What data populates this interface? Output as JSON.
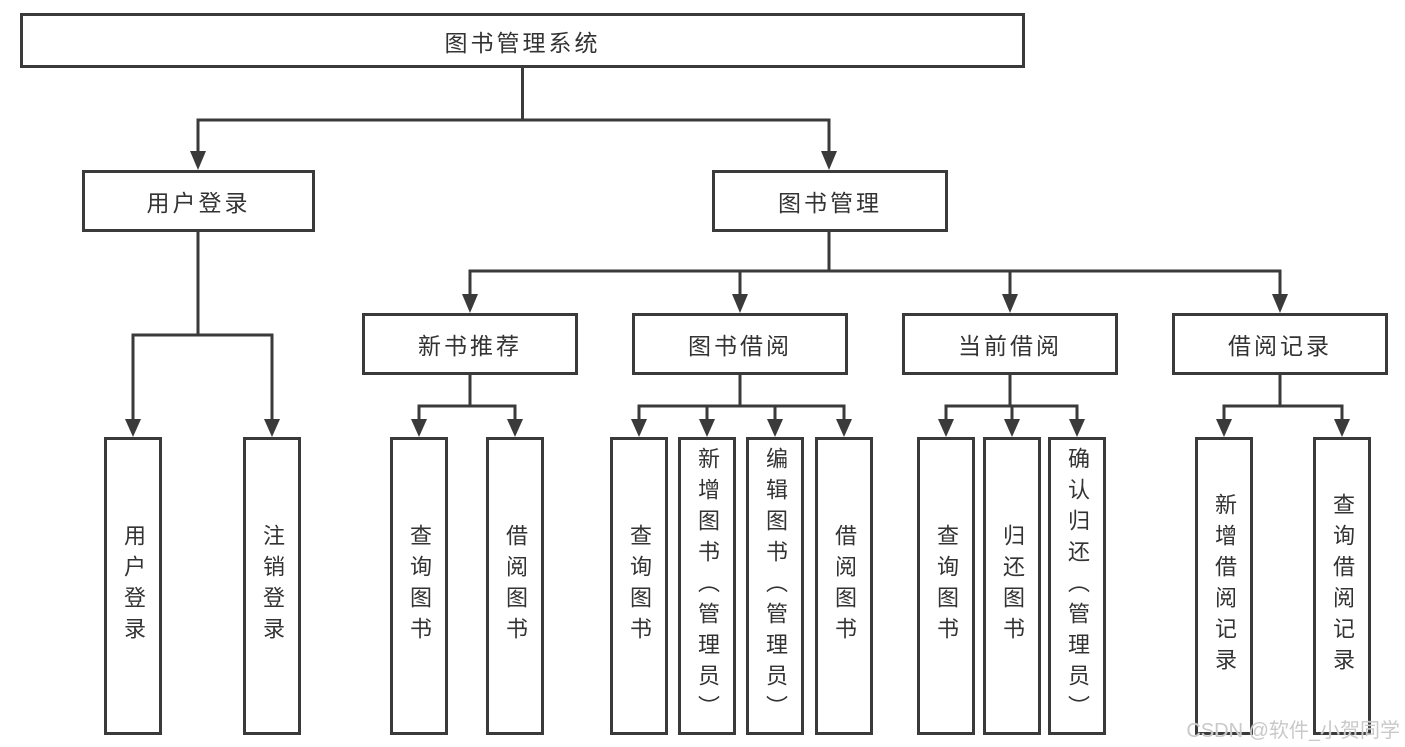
{
  "diagram": {
    "type": "hierarchy",
    "root": {
      "label": "图书管理系统"
    },
    "branches": [
      {
        "label": "用户登录",
        "leaves": [
          {
            "label": "用户登录"
          },
          {
            "label": "注销登录"
          }
        ]
      },
      {
        "label": "图书管理",
        "children": [
          {
            "label": "新书推荐",
            "leaves": [
              {
                "label": "查询图书"
              },
              {
                "label": "借阅图书"
              }
            ]
          },
          {
            "label": "图书借阅",
            "leaves": [
              {
                "label": "查询图书"
              },
              {
                "label": "新增图书（管理员）"
              },
              {
                "label": "编辑图书（管理员）"
              },
              {
                "label": "借阅图书"
              }
            ]
          },
          {
            "label": "当前借阅",
            "leaves": [
              {
                "label": "查询图书"
              },
              {
                "label": "归还图书"
              },
              {
                "label": "确认归还（管理员）"
              }
            ]
          },
          {
            "label": "借阅记录",
            "leaves": [
              {
                "label": "新增借阅记录"
              },
              {
                "label": "查询借阅记录"
              }
            ]
          }
        ]
      }
    ]
  },
  "watermark": "CSDN @软件_小贺同学",
  "colors": {
    "line": "#3a3a3a",
    "box_border": "#3a3a3a",
    "text": "#333333",
    "background": "#ffffff",
    "watermark": "#c9c9c9"
  }
}
